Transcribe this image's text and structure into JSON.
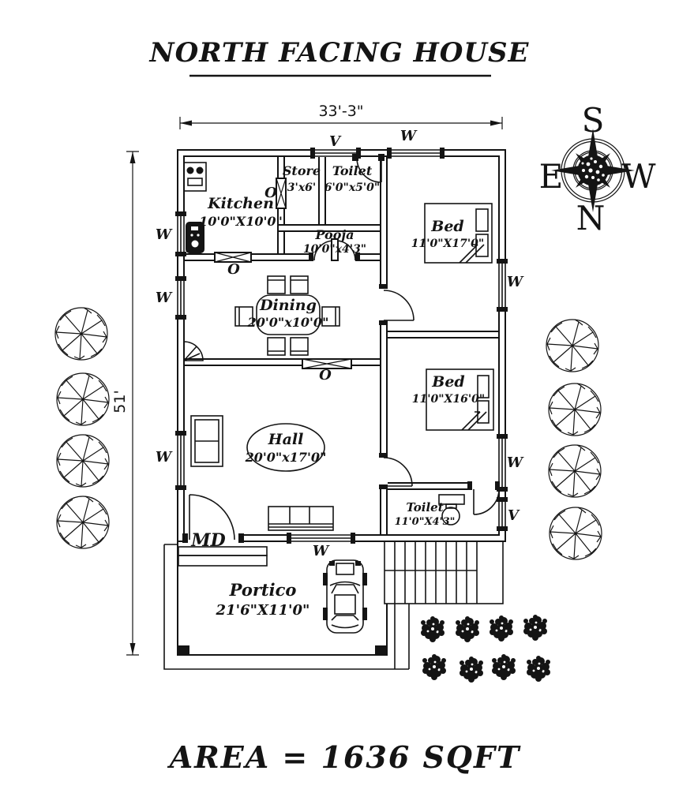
{
  "title": "NORTH FACING HOUSE",
  "area_text": "AREA = 1636  SQFT",
  "dimensions": {
    "width": "33'-3\"",
    "height": "51'"
  },
  "compass": {
    "top": "S",
    "bottom": "N",
    "left": "E",
    "right": "W"
  },
  "rooms": {
    "kitchen": {
      "name": "Kitchen",
      "size": "10'0\"X10'0\""
    },
    "store": {
      "name": "Store",
      "size": "3'x6'"
    },
    "toilet_top": {
      "name": "Toilet",
      "size": "6'0\"x5'0\""
    },
    "pooja": {
      "name": "Pooja",
      "size": "10'0\"x4'3\""
    },
    "bed1": {
      "name": "Bed",
      "size": "11'0\"X17'0\""
    },
    "dining": {
      "name": "Dining",
      "size": "20'0\"x10'0\""
    },
    "bed2": {
      "name": "Bed",
      "size": "11'0\"X16'0\""
    },
    "hall": {
      "name": "Hall",
      "size": "20'0\"x17'0\""
    },
    "toilet_bottom": {
      "name": "Toilet",
      "size": "11'0\"X4'3\""
    },
    "portico": {
      "name": "Portico",
      "size": "21'6\"X11'0\""
    }
  },
  "markers": {
    "window": "W",
    "ventilator": "V",
    "opening": "O",
    "main_door": "MD"
  },
  "colors": {
    "ink": "#141414",
    "paper": "#ffffff"
  }
}
